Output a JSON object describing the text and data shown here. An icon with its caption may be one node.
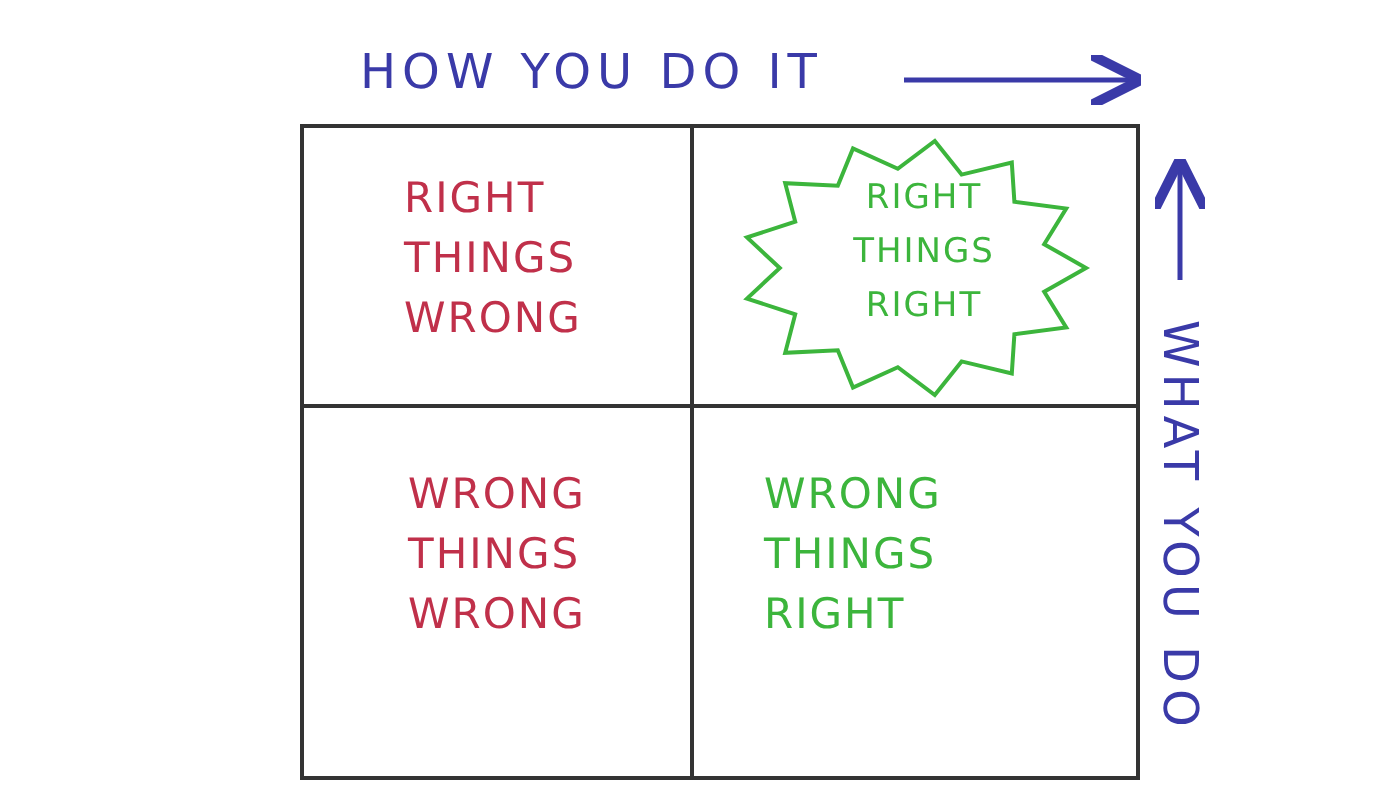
{
  "diagram": {
    "nodes": [
      {
        "text": [
          "RIGHT THINGS WRONG"
        ]
      },
      {
        "text": [
          "RIGHT THINGS RIGHT"
        ]
      },
      {
        "text": [
          "WRONG THINGS WRONG"
        ]
      },
      {
        "text": [
          "WRONG THINGS RIGHT"
        ]
      }
    ],
    "edges": [],
    "labels": [
      "HOW YOU DO IT",
      "WHAT YOU DO"
    ]
  }
}
